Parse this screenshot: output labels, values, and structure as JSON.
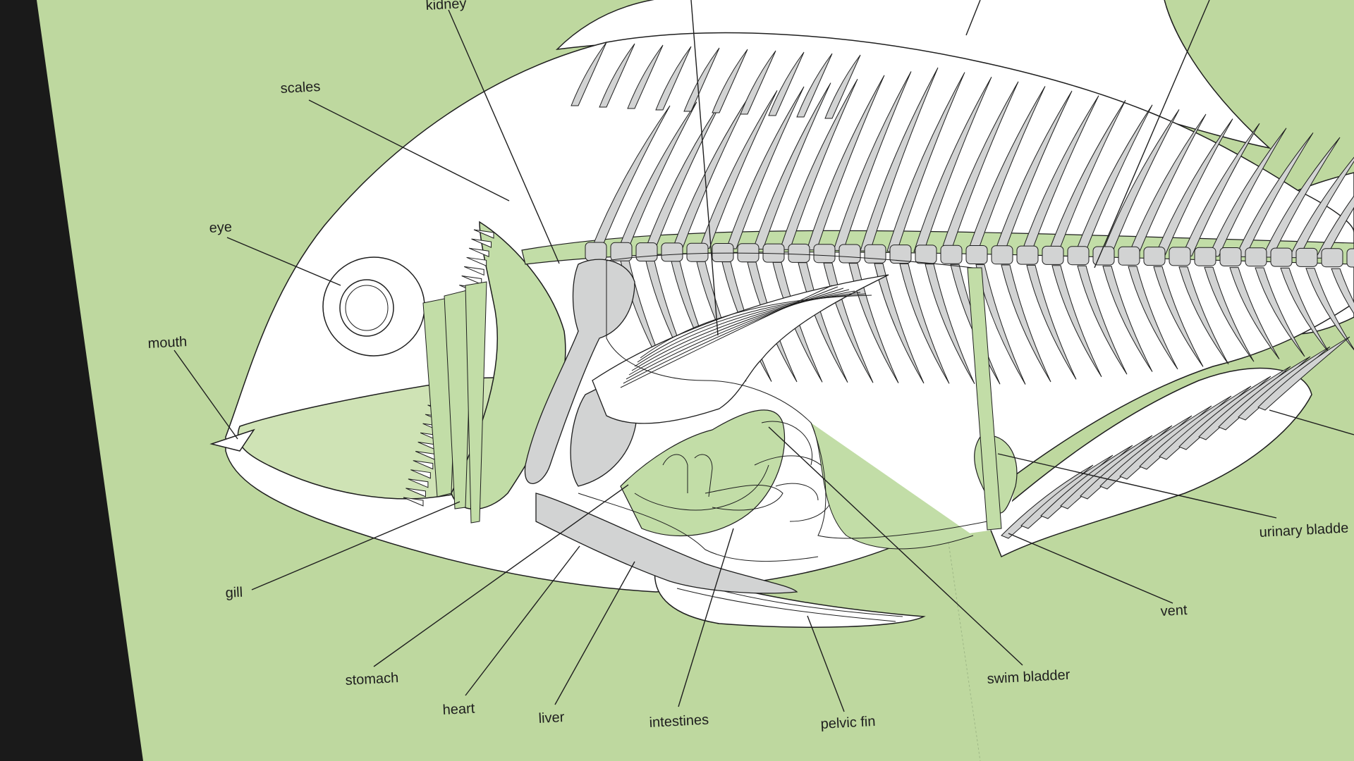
{
  "diagram": {
    "colors": {
      "background": "#1a1a1a",
      "paper": "#bed89f",
      "paper_light": "#cfe3b5",
      "body_fill": "#ffffff",
      "bone_fill": "#d2d3d3",
      "organ_fill": "#c2dda7",
      "stroke": "#1e1e1e"
    },
    "labels": {
      "kidney": "kidney",
      "scales": "scales",
      "eye": "eye",
      "mouth": "mouth",
      "gill": "gill",
      "stomach": "stomach",
      "heart": "heart",
      "liver": "liver",
      "intestines": "intestines",
      "pelvic_fin": "pelvic fin",
      "swim_bladder": "swim bladder",
      "vent": "vent",
      "urinary_bladder": "urinary bladde"
    }
  }
}
